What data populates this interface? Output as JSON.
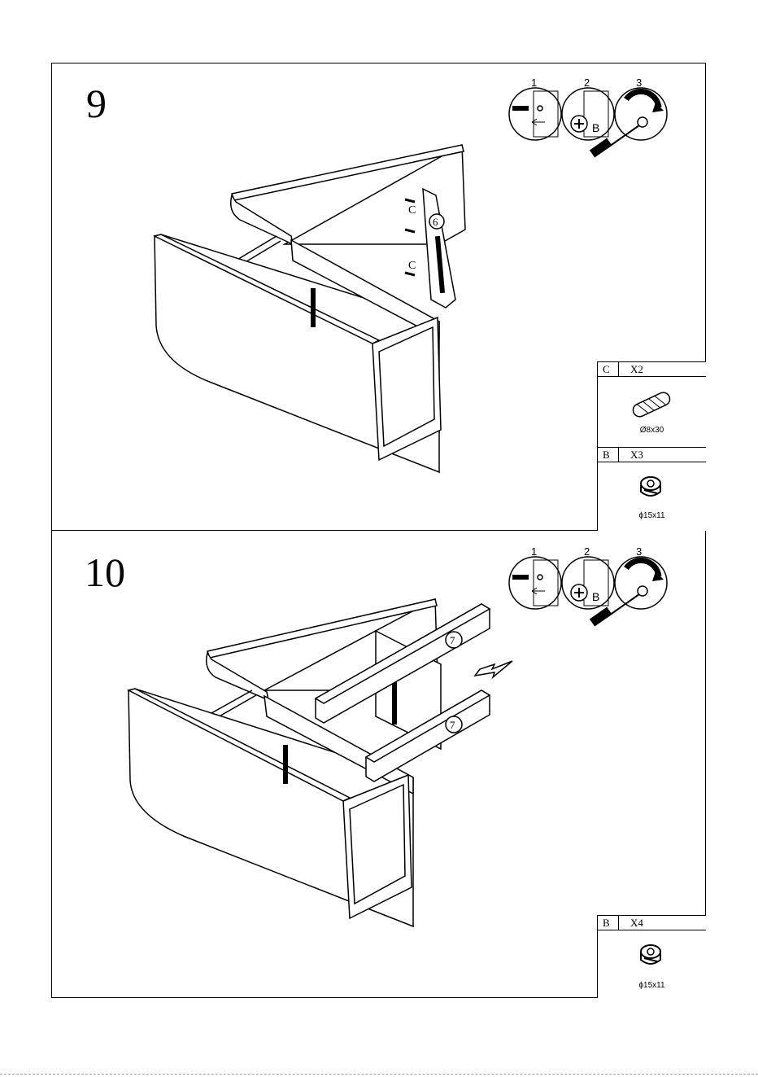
{
  "steps": [
    {
      "number": "9",
      "sub_steps": [
        "1",
        "2",
        "3"
      ],
      "screw_letter": "B",
      "panel_label": "6",
      "dowel_letters": [
        "C",
        "C"
      ],
      "parts": [
        {
          "letter": "C",
          "qty": "X2",
          "size": "Ø8x30",
          "icon": "dowel-icon"
        },
        {
          "letter": "B",
          "qty": "X3",
          "size": "ϕ15x11",
          "icon": "cam-lock-icon"
        }
      ]
    },
    {
      "number": "10",
      "sub_steps": [
        "1",
        "2",
        "3"
      ],
      "screw_letter": "B",
      "panel_labels": [
        "7",
        "7"
      ],
      "parts": [
        {
          "letter": "B",
          "qty": "X4",
          "size": "ϕ15x11",
          "icon": "cam-lock-icon"
        }
      ]
    }
  ]
}
